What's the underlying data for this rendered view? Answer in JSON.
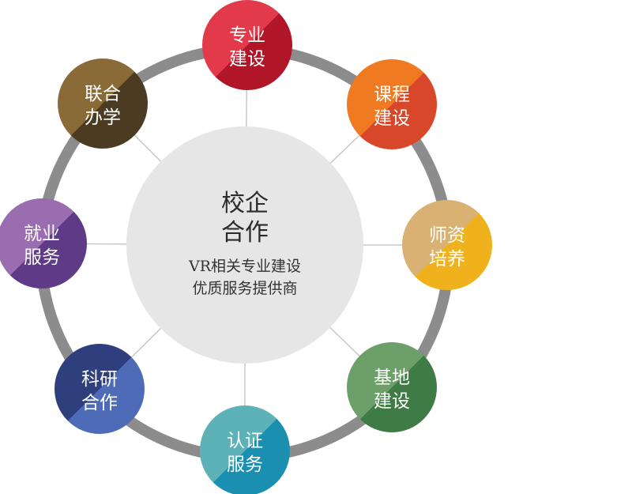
{
  "hub": {
    "title_line1": "校企",
    "title_line2": "合作",
    "subtitle_line1": "VR相关专业建设",
    "subtitle_line2": "优质服务提供商"
  },
  "nodes": [
    {
      "id": "major-construction",
      "line1": "专业",
      "line2": "建设",
      "color_light": "#e23a4a",
      "color_dark": "#b11628"
    },
    {
      "id": "course-construction",
      "line1": "课程",
      "line2": "建设",
      "color_light": "#f07a22",
      "color_dark": "#d9472a"
    },
    {
      "id": "teacher-training",
      "line1": "师资",
      "line2": "培养",
      "color_light": "#d9b173",
      "color_dark": "#f0b21c"
    },
    {
      "id": "base-construction",
      "line1": "基地",
      "line2": "建设",
      "color_light": "#6d9f68",
      "color_dark": "#3f7b45"
    },
    {
      "id": "certification-service",
      "line1": "认证",
      "line2": "服务",
      "color_light": "#5db2b8",
      "color_dark": "#1b8fb0"
    },
    {
      "id": "research-cooperation",
      "line1": "科研",
      "line2": "合作",
      "color_light": "#2f3f7e",
      "color_dark": "#4e6bb8"
    },
    {
      "id": "employment-service",
      "line1": "就业",
      "line2": "服务",
      "color_light": "#9a6db0",
      "color_dark": "#5f3a87"
    },
    {
      "id": "joint-education",
      "line1": "联合",
      "line2": "办学",
      "color_light": "#8a6a36",
      "color_dark": "#4a3b22"
    }
  ],
  "colors": {
    "ring": "#8c8c8c",
    "spoke": "#c8c8c8",
    "hub_fill": "#e6e6e6"
  }
}
